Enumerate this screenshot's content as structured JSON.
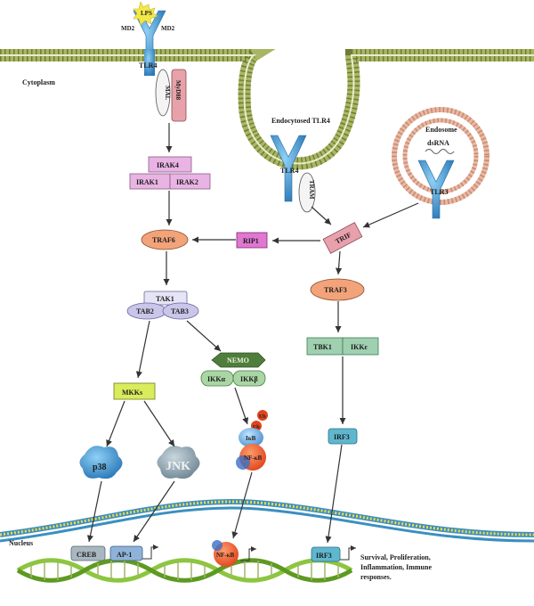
{
  "regions": {
    "cytoplasm": "Cytoplasm",
    "nucleus": "Nucleus",
    "endocytosed": "Endocytosed TLR4",
    "endosome": "Endosome"
  },
  "receptors": {
    "tlr4_surface": "TLR4",
    "lps": "LPS",
    "md2_left": "MD2",
    "md2_right": "MD2",
    "tlr4_endo": "TLR4",
    "tlr3": "TLR3",
    "dsrna": "dsRNA"
  },
  "adaptors": {
    "mal": "MAL",
    "myd88": "MyD88",
    "tram": "TRAM",
    "trif": "TRIF"
  },
  "kinases": {
    "irak4": "IRAK4",
    "irak1": "IRAK1",
    "irak2": "IRAK2",
    "traf6": "TRAF6",
    "rip1": "RIP1",
    "traf3": "TRAF3",
    "tak1": "TAK1",
    "tab2": "TAB2",
    "tab3": "TAB3",
    "mkks": "MKKs",
    "nemo": "NEMO",
    "ikka": "IKKα",
    "ikkb": "IKKβ",
    "tbk1": "TBK1",
    "ikke": "IKKε",
    "p38": "p38",
    "jnk": "JNK",
    "ikb": "IκB",
    "nfkb": "NF-κB",
    "irf3": "IRF3",
    "ub1": "Ub",
    "ub2": "Ub"
  },
  "nuclear": {
    "creb": "CREB",
    "ap1": "AP-1",
    "nfkb": "NF-κB",
    "irf3": "IRF3",
    "outcome_line1": "Survival, Proliferation,",
    "outcome_line2": "Inflammation, Immune",
    "outcome_line3": "responses."
  },
  "colors": {
    "membrane": "#8c9a4a",
    "receptor": "#4fa3d9",
    "irak": "#e9b4e3",
    "traf6": "#f2a37a",
    "rip1": "#e077d1",
    "tak": "#c9c6ea",
    "mkks": "#d8ec5c",
    "nemo": "#4f7d3c",
    "ikk": "#a9d6a4",
    "tbk": "#9fd0b0",
    "irf3": "#5fb7cf",
    "nfkb": "#ff6a3c",
    "dna_green": "#8cc63f",
    "nuclear_env": "#3b8fbf"
  }
}
